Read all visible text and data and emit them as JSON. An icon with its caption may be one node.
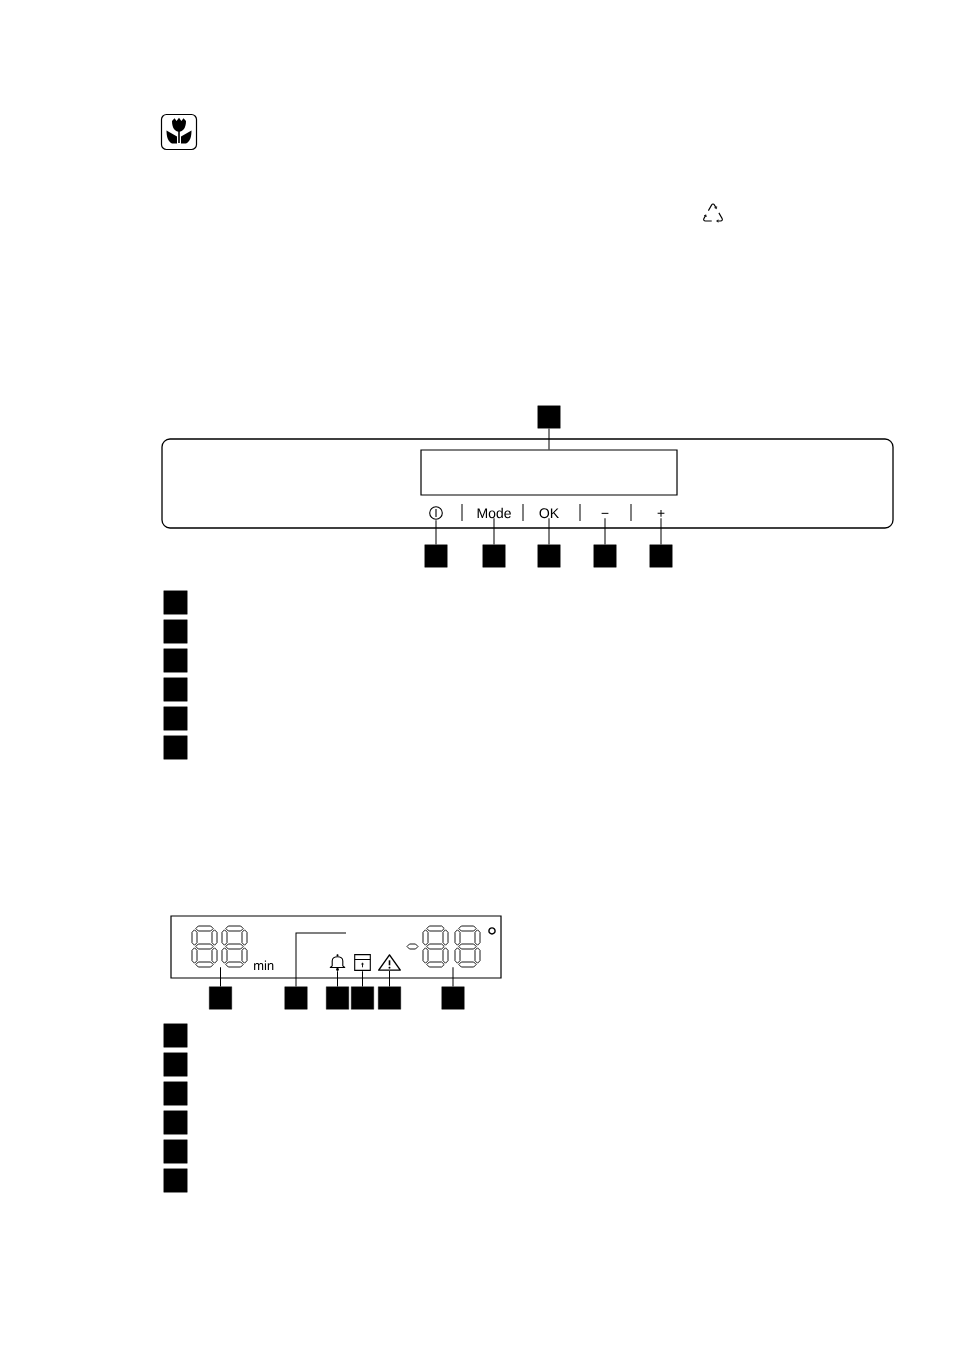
{
  "diagram": {
    "nodes": [
      {
        "text": [],
        "shape": "box"
      },
      {
        "text": [],
        "shape": "box"
      },
      {
        "text": [],
        "shape": "box",
        "in": 1
      },
      {
        "text": [],
        "shape": "picture",
        "in": 1
      },
      {
        "text": [
          "Mode"
        ],
        "in": 1
      },
      {
        "text": [
          "OK"
        ],
        "in": 1
      },
      {
        "text": [
          "−"
        ],
        "in": 1
      },
      {
        "text": [
          "+"
        ],
        "in": 1
      },
      {
        "text": [],
        "shape": "box"
      },
      {
        "text": [],
        "shape": "box"
      },
      {
        "text": [],
        "shape": "box"
      },
      {
        "text": [],
        "shape": "box"
      },
      {
        "text": [],
        "shape": "box"
      },
      {
        "text": [],
        "shape": "box"
      },
      {
        "text": [],
        "shape": "box"
      },
      {
        "text": [],
        "shape": "box"
      },
      {
        "text": [],
        "shape": "box"
      },
      {
        "text": [],
        "shape": "box"
      },
      {
        "text": [],
        "shape": "box"
      },
      {
        "text": [],
        "shape": "box"
      },
      {
        "text": [],
        "shape": "picture",
        "in": 19
      },
      {
        "text": [],
        "shape": "picture",
        "in": 19
      },
      {
        "text": [],
        "shape": "picture",
        "in": 19
      },
      {
        "text": [],
        "shape": "picture",
        "in": 19
      },
      {
        "text": [],
        "shape": "picture",
        "in": 19
      },
      {
        "text": [],
        "shape": "box"
      },
      {
        "text": [],
        "shape": "box"
      },
      {
        "text": [],
        "shape": "box"
      },
      {
        "text": [],
        "shape": "box"
      },
      {
        "text": [],
        "shape": "box"
      },
      {
        "text": [],
        "shape": "box"
      },
      {
        "text": [],
        "shape": "box"
      },
      {
        "text": [],
        "shape": "box"
      },
      {
        "text": [],
        "shape": "box"
      },
      {
        "text": [],
        "shape": "box"
      },
      {
        "text": [],
        "shape": "box"
      },
      {
        "text": [],
        "shape": "box"
      }
    ],
    "edges": [
      {
        "from": 0,
        "to": 2,
        "arrow": "none"
      },
      {
        "from": 8,
        "to": 3,
        "arrow": "none"
      },
      {
        "from": 9,
        "to": 4,
        "arrow": "none"
      },
      {
        "from": 10,
        "to": 5,
        "arrow": "none"
      },
      {
        "from": 11,
        "to": 6,
        "arrow": "none"
      },
      {
        "from": 12,
        "to": 7,
        "arrow": "none"
      },
      {
        "from": 25,
        "to": 20,
        "arrow": "none"
      },
      {
        "from": 26,
        "to": null,
        "arrow": "none"
      },
      {
        "from": 27,
        "to": 21,
        "arrow": "none"
      },
      {
        "from": 28,
        "to": 22,
        "arrow": "none"
      },
      {
        "from": 29,
        "to": 23,
        "arrow": "none"
      },
      {
        "from": 30,
        "to": 24,
        "arrow": "none"
      }
    ],
    "labels": [
      "min",
      "°"
    ]
  }
}
